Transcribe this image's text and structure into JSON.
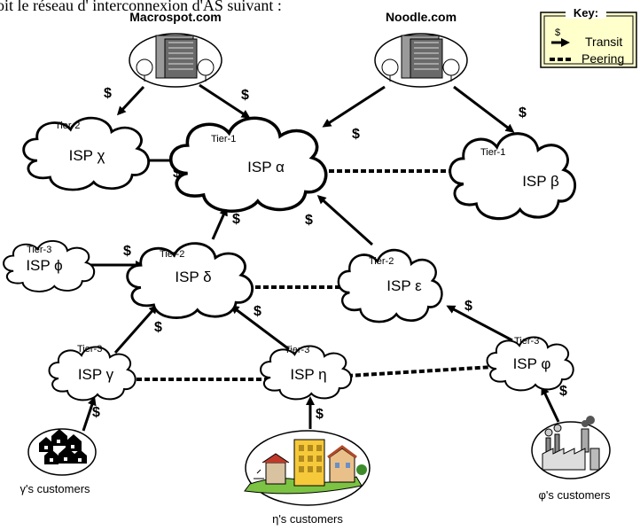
{
  "header_text": "oit le réseau d' interconnexion d'AS suivant :",
  "companies": {
    "macrospot": "Macrospot.com",
    "noodle": "Noodle.com"
  },
  "key": {
    "title": "Key:",
    "transit_symbol": "$",
    "transit_label": "Transit",
    "peering_label": "Peering"
  },
  "isps": {
    "chi": {
      "tier": "Tier-2",
      "name": "ISP χ"
    },
    "alpha": {
      "tier": "Tier-1",
      "name": "ISP α"
    },
    "beta": {
      "tier": "Tier-1",
      "name": "ISP β"
    },
    "phi": {
      "tier": "Tier-3",
      "name": "ISP ϕ"
    },
    "delta": {
      "tier": "Tier-2",
      "name": "ISP δ"
    },
    "eps": {
      "tier": "Tier-2",
      "name": "ISP ε"
    },
    "gamma": {
      "tier": "Tier-3",
      "name": "ISP γ"
    },
    "eta": {
      "tier": "Tier-3",
      "name": "ISP η"
    },
    "varphi": {
      "tier": "Tier-3",
      "name": "ISP φ"
    }
  },
  "customers": {
    "gamma": "γ's customers",
    "eta": "η's customers",
    "varphi": "φ's customers"
  },
  "dollar": "$"
}
